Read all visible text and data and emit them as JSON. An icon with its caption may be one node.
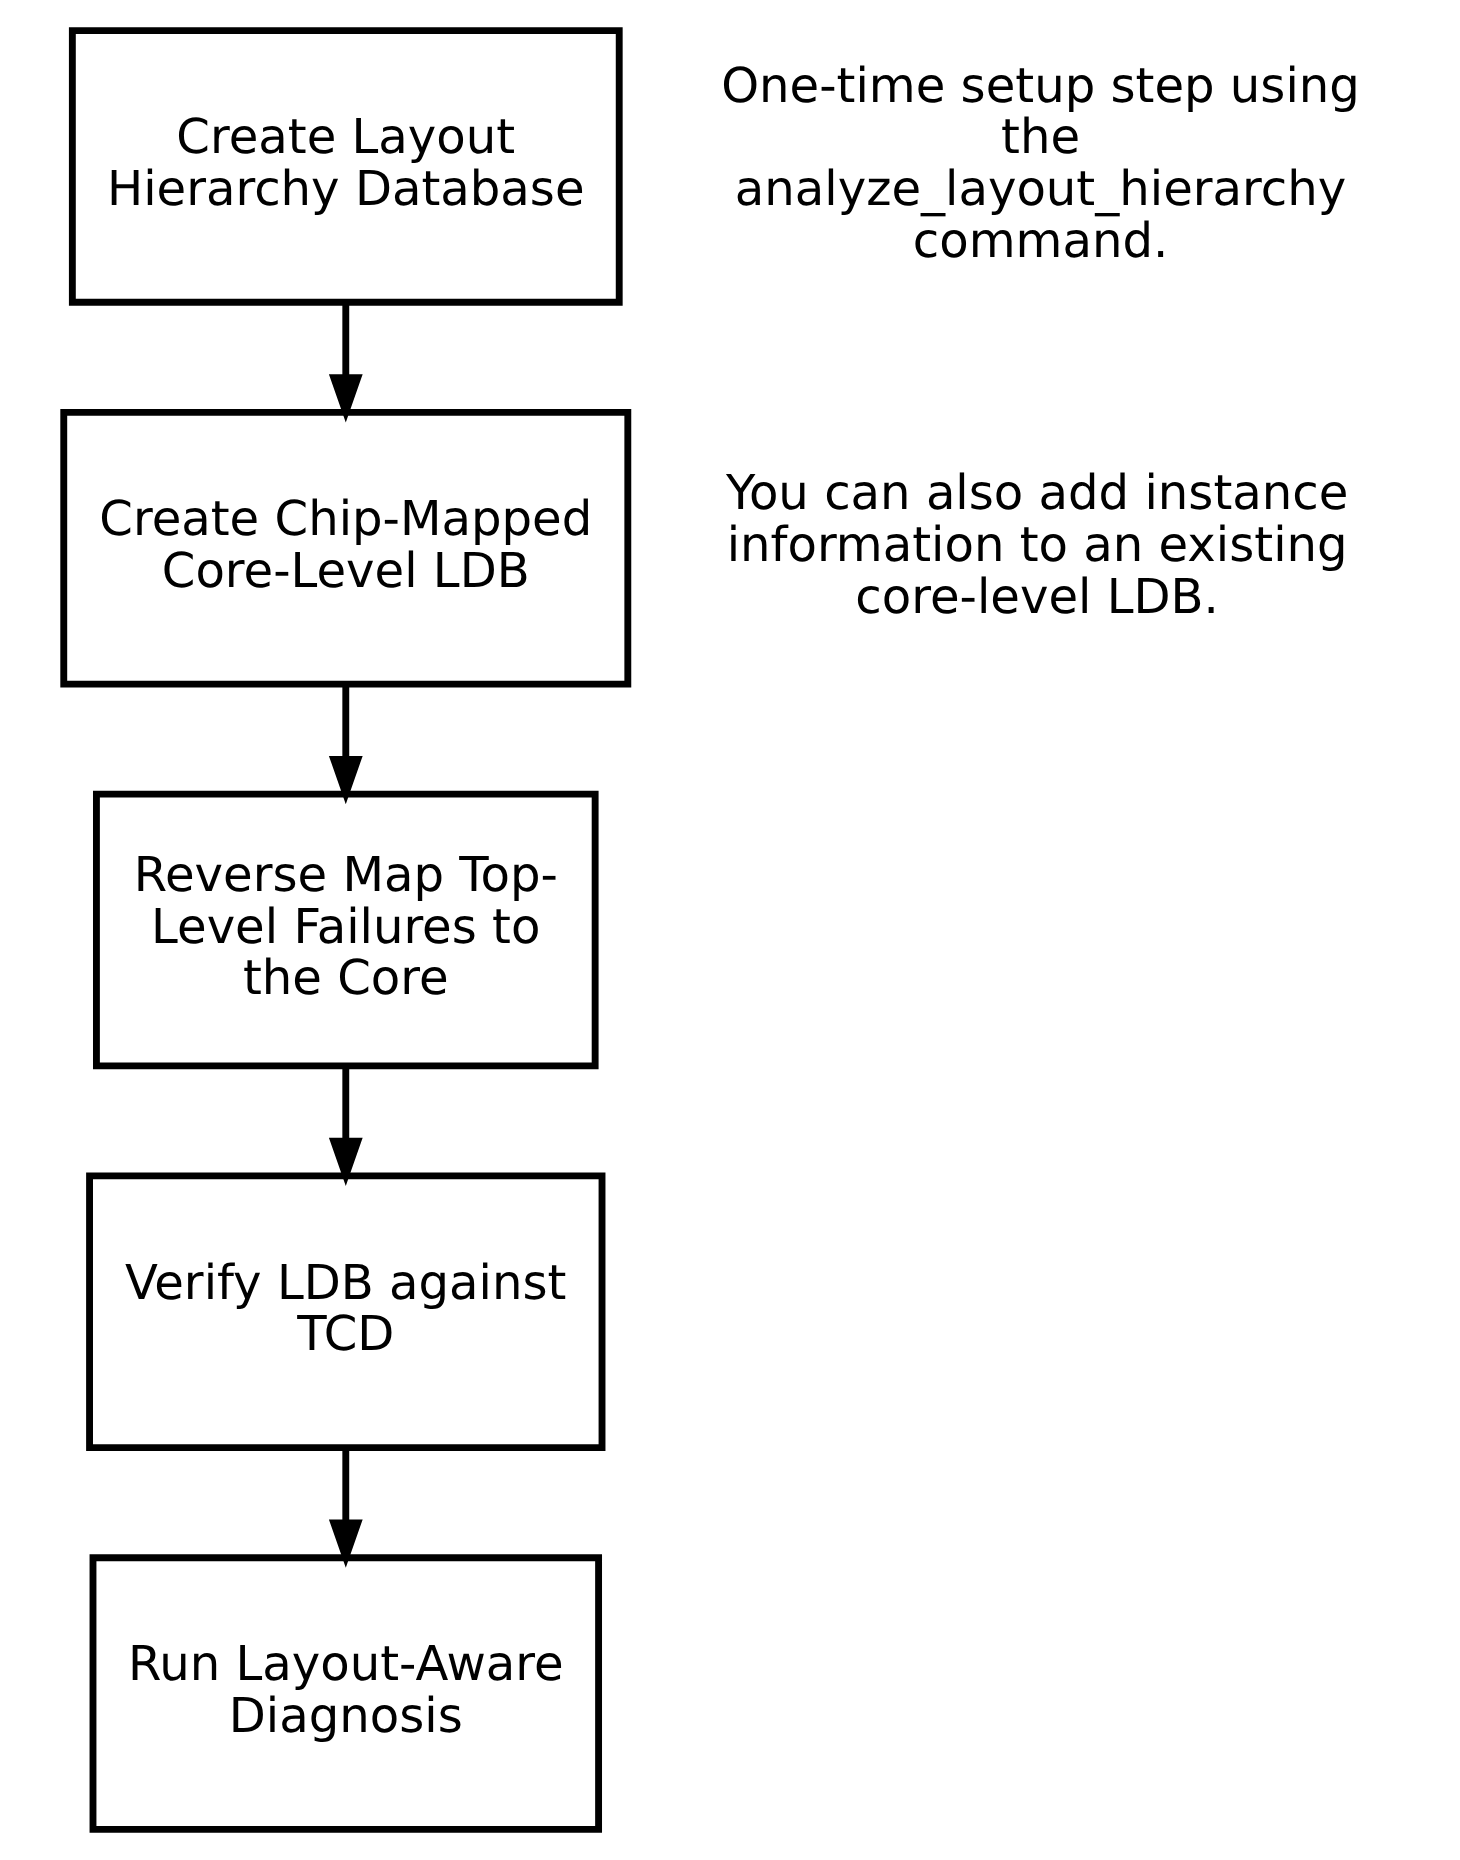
{
  "diagram": {
    "nodes": [
      {
        "text": [
          "Create Layout Hierarchy Database"
        ],
        "beside": [
          "One-time setup step using the analyze_layout_hierarchy command."
        ]
      },
      {
        "text": [
          "Create Chip-Mapped Core-Level LDB"
        ],
        "beside": [
          "You can also add instance information to an existing core-level LDB."
        ]
      },
      {
        "text": [
          "Reverse Map Top-Level Failures to the Core"
        ]
      },
      {
        "text": [
          "Verify LDB against TCD"
        ]
      },
      {
        "text": [
          "Run Layout-Aware Diagnosis"
        ]
      }
    ],
    "edges": [
      {
        "from": 0,
        "to": 1,
        "arrow": "to"
      },
      {
        "from": 1,
        "to": 2,
        "arrow": "to"
      },
      {
        "from": 2,
        "to": 3,
        "arrow": "to"
      },
      {
        "from": 3,
        "to": 4,
        "arrow": "to"
      }
    ]
  }
}
